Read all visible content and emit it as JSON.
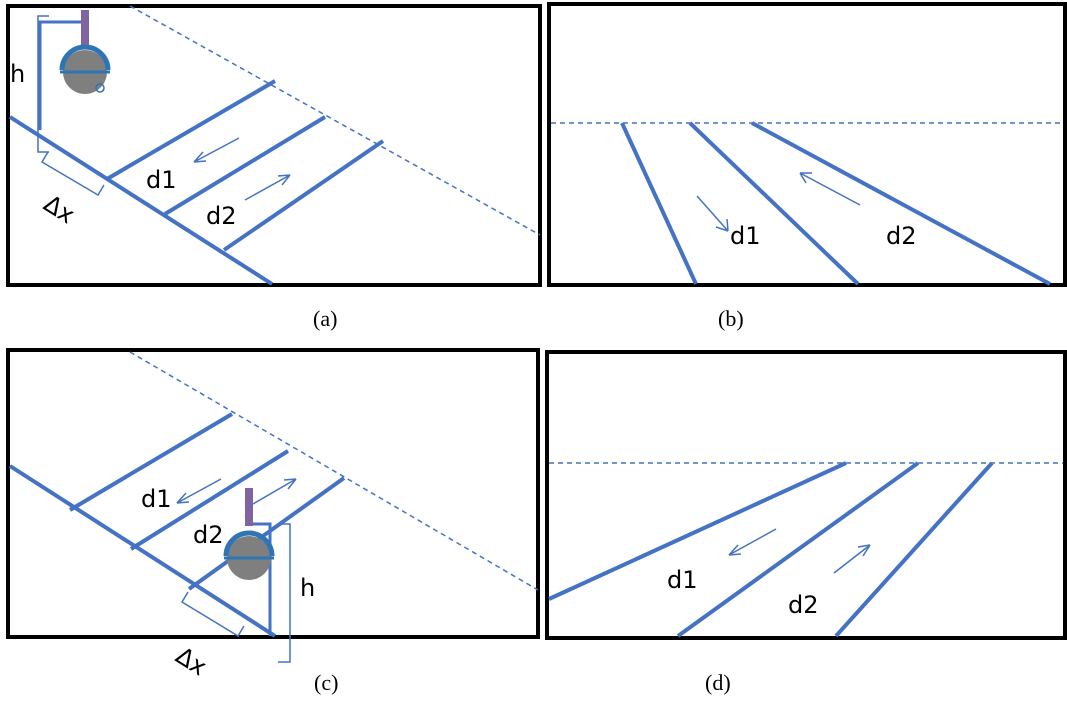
{
  "figure": {
    "colors": {
      "road": "#4472c4",
      "frame": "#000000",
      "dashed": "#4472c4",
      "camera_body": "#7f7f7f",
      "camera_mount": "#8064a2"
    },
    "panels": [
      {
        "id": "a",
        "caption": "(a)",
        "view": "side-view camera at road edge",
        "labels": {
          "height": "h",
          "offset": "Δx",
          "lane1": "d1",
          "lane2": "d2"
        }
      },
      {
        "id": "b",
        "caption": "(b)",
        "view": "camera image of scene (a)",
        "labels": {
          "lane1": "d1",
          "lane2": "d2"
        }
      },
      {
        "id": "c",
        "caption": "(c)",
        "view": "side-view camera on median",
        "labels": {
          "height": "h",
          "offset": "Δx",
          "lane1": "d1",
          "lane2": "d2"
        }
      },
      {
        "id": "d",
        "caption": "(d)",
        "view": "camera image of scene (c)",
        "labels": {
          "lane1": "d1",
          "lane2": "d2"
        }
      }
    ],
    "icons": [
      "camera-icon"
    ]
  }
}
